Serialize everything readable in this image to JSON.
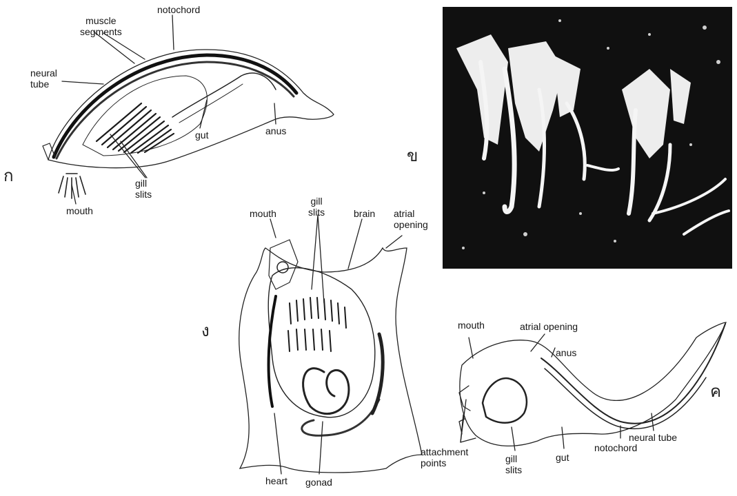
{
  "panels": {
    "a": "ก",
    "b": "ข",
    "c": "ค",
    "d": "ง"
  },
  "lancelet": {
    "notochord": "notochord",
    "muscle_segments": [
      "muscle",
      "segments"
    ],
    "neural_tube": [
      "neural",
      "tube"
    ],
    "gut": "gut",
    "anus": "anus",
    "gill_slits": [
      "gill",
      "slits"
    ],
    "mouth": "mouth"
  },
  "adult_tunicate": {
    "mouth": "mouth",
    "gill_slits": [
      "gill",
      "slits"
    ],
    "brain": "brain",
    "atrial_opening": [
      "atrial",
      "opening"
    ],
    "heart": "heart",
    "gonad": "gonad"
  },
  "larval_tunicate": {
    "mouth": "mouth",
    "atrial_opening": "atrial opening",
    "anus": "anus",
    "attachment_points": [
      "attachment",
      "points"
    ],
    "gill_slits": [
      "gill",
      "slits"
    ],
    "gut": "gut",
    "notochord": "notochord",
    "neural_tube": "neural tube"
  }
}
